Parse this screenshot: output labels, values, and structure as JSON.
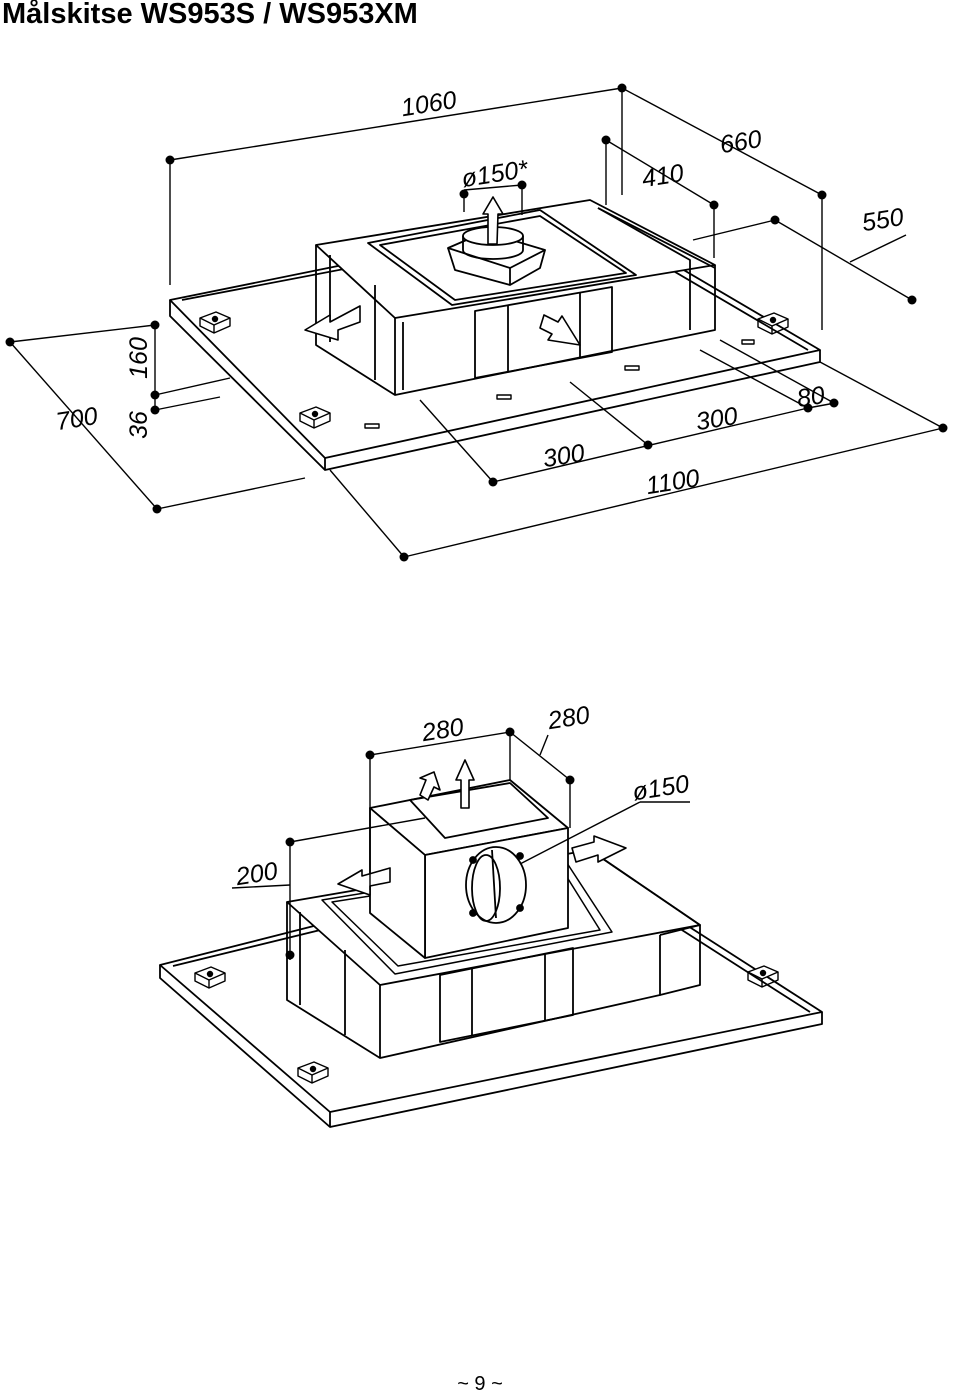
{
  "title": "Målskitse WS953S / WS953XM",
  "page_number": "~ 9 ~",
  "drawing_top": {
    "dimensions": {
      "d1060": "1060",
      "d660": "660",
      "d410": "410",
      "d550": "550",
      "d150": "ø150*",
      "d160": "160",
      "d36": "36",
      "d700": "700",
      "d80": "80",
      "d300a": "300",
      "d300b": "300",
      "d1100": "1100"
    }
  },
  "drawing_bottom": {
    "dimensions": {
      "d280a": "280",
      "d280b": "280",
      "d150": "ø150",
      "d200": "200"
    }
  }
}
